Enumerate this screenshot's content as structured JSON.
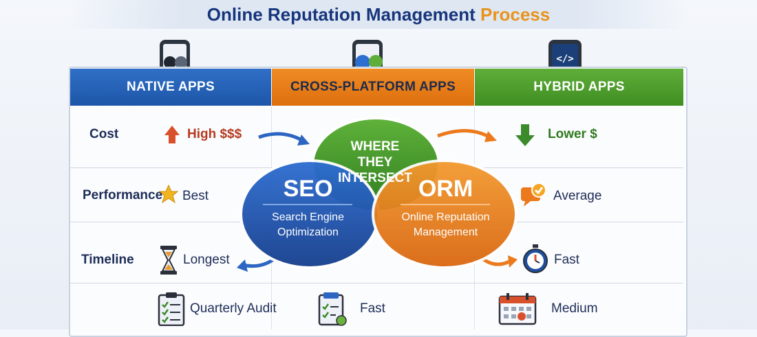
{
  "title": {
    "main": "Online Reputation Management",
    "accent": "Process"
  },
  "columns": [
    {
      "header": "NATIVE APPS",
      "icon": "phone-apple-android-icon",
      "color": "#2467bd"
    },
    {
      "header": "CROSS-PLATFORM APPS",
      "icon": "phone-star-android-icon",
      "color": "#e97d18"
    },
    {
      "header": "HYBRID APPS",
      "icon": "code-screen-icon",
      "color": "#4f9e2e"
    }
  ],
  "rows": {
    "cost": {
      "label": "Cost",
      "native": "High $$$",
      "hybrid": "Lower $"
    },
    "performance": {
      "label": "Performance",
      "native": "Best",
      "hybrid": "Average"
    },
    "timeline": {
      "label": "Timeline",
      "native": "Longest",
      "hybrid": "Fast"
    },
    "bottom": {
      "native": "Quarterly Audit",
      "cross": "Fast",
      "hybrid": "Medium"
    }
  },
  "venn": {
    "top": {
      "line1": "WHERE",
      "line2": "THEY",
      "line3": "INTERSECT",
      "color": "#3f8f2a"
    },
    "left": {
      "heading": "SEO",
      "line1": "Search Engine",
      "line2": "Optimization",
      "color": "#1d54ad"
    },
    "right": {
      "heading": "ORM",
      "line1": "Online Reputation",
      "line2": "Management",
      "color": "#ea7a16"
    }
  },
  "colors": {
    "navy": "#16357a",
    "accent": "#e7931b",
    "red": "#d9512c",
    "green": "#3b8b2a"
  }
}
